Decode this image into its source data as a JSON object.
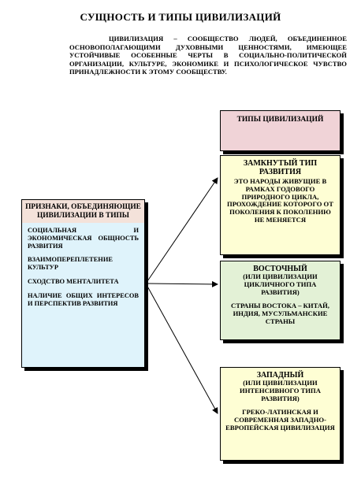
{
  "title": "СУЩНОСТЬ  И ТИПЫ ЦИВИЛИЗАЦИЙ",
  "definition": "ЦИВИЛИЗАЦИЯ –  СООБЩЕСТВО ЛЮДЕЙ, ОБЪЕДИНЕННОЕ ОСНОВОПОЛАГАЮЩИМИ ДУХОВНЫМИ ЦЕННОСТЯМИ, ИМЕЮЩЕЕ УСТОЙЧИВЫЕ ОСОБЕННЫЕ ЧЕРТЫ В СОЦИАЛЬНО-ПОЛИТИЧЕСКОЙ ОРГАНИЗАЦИИ, КУЛЬТУРЕ, ЭКОНОМИКЕ И ПСИХОЛОГИЧЕСКОЕ ЧУВСТВО ПРИНАДЛЕЖНОСТИ К ЭТОМУ СООБЩЕСТВУ.",
  "signs": {
    "header": "ПРИЗНАКИ, ОБЪЕДИНЯЮЩИЕ ЦИВИЛИЗАЦИИ В ТИПЫ",
    "items": [
      "СОЦИАЛЬНАЯ И ЭКОНОМИЧЕСКАЯ ОБЩНОСТЬ РАЗВИТИЯ",
      "ВЗАИМОПЕРЕПЛЕТЕНИЕ КУЛЬТУР",
      "СХОДСТВО МЕНТАЛИТЕТА",
      "НАЛИЧИЕ ОБЩИХ ИНТЕРЕСОВ И ПЕРСПЕКТИВ РАЗВИТИЯ"
    ]
  },
  "types_header": "ТИПЫ ЦИВИЛИЗАЦИЙ",
  "closed": {
    "title": "ЗАМКНУТЫЙ ТИП РАЗВИТИЯ",
    "description": "ЭТО НАРОДЫ ЖИВУЩИЕ В РАМКАХ ГОДОВОГО ПРИРОДНОГО ЦИКЛА, ПРОХОЖДЕНИЕ КОТОРОГО ОТ ПОКОЛЕНИЯ К ПОКОЛЕНИЮ НЕ МЕНЯЕТСЯ"
  },
  "east": {
    "title": "ВОСТОЧНЫЙ",
    "subtitle": "(ИЛИ ЦИВИЛИЗАЦИИ ЦИКЛИЧНОГО ТИПА РАЗВИТИЯ)",
    "examples": "СТРАНЫ ВОСТОКА – КИТАЙ, ИНДИЯ, МУСУЛЬМАНСКИЕ СТРАНЫ"
  },
  "west": {
    "title": "ЗАПАДНЫЙ",
    "subtitle": "(ИЛИ ЦИВИЛИЗАЦИИ ИНТЕНСИВНОГО ТИПА РАЗВИТИЯ)",
    "examples": "ГРЕКО-ЛАТИНСКАЯ И СОВРЕМЕННАЯ ЗАПАДНО-ЕВРОПЕЙСКАЯ ЦИВИЛИЗАЦИЯ"
  },
  "colors": {
    "types_header_bg": "#f0d3d7",
    "closed_bg": "#fefed4",
    "east_bg": "#e3f1d6",
    "west_bg": "#fefed4",
    "signs_bg": "#dff3fb",
    "signs_header_bg": "#f4e2da"
  }
}
